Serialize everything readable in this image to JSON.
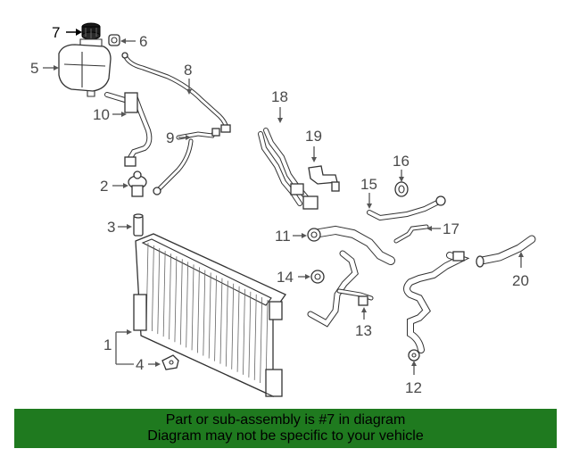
{
  "callouts": [
    "1",
    "2",
    "3",
    "4",
    "5",
    "6",
    "7",
    "8",
    "9",
    "10",
    "11",
    "12",
    "13",
    "14",
    "15",
    "16",
    "17",
    "18",
    "19",
    "20"
  ],
  "highlight_part": "7",
  "banner": {
    "line1": "Part or sub-assembly is #7 in diagram",
    "line2": "Diagram may not be specific to your vehicle",
    "color": "#1f7a1f"
  }
}
